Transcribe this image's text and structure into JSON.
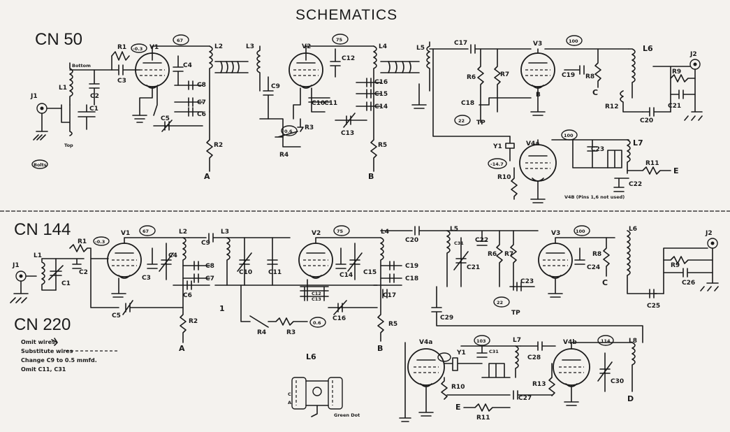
{
  "title": "SCHEMATICS",
  "sections": [
    {
      "name": "CN 50"
    },
    {
      "name": "CN 144"
    },
    {
      "name": "CN 220"
    }
  ],
  "cn220_notes": [
    "Omit wires",
    "Substitute wires",
    "Change C9 to 0.5 mmfd.",
    "Omit C11, C31"
  ],
  "l6_detail_label": "L6",
  "l6_detail_note": "Green Dot",
  "tube_labels": {
    "cn50": [
      "V1",
      "V2",
      "V3",
      "V4a"
    ],
    "cn144": [
      "V1",
      "V2",
      "V3",
      "V4a",
      "V4b"
    ]
  },
  "voltage_tags": {
    "cn50": [
      "-0.3",
      "67",
      "75",
      "100",
      "100",
      "0.6",
      "22",
      "-14.7"
    ],
    "cn144": [
      "-0.3",
      "67",
      "75",
      "100",
      "114",
      "103",
      "0.6",
      "22"
    ]
  },
  "cn50_labels": {
    "inductors": [
      "L1",
      "L2",
      "L3",
      "L4",
      "L5",
      "L6",
      "L7"
    ],
    "caps": [
      "C1",
      "C2",
      "C3",
      "C4",
      "C5",
      "C6",
      "C7",
      "C8",
      "C9",
      "C10",
      "C11",
      "C12",
      "C13",
      "C14",
      "C15",
      "C16",
      "C17",
      "C18",
      "C19",
      "C20",
      "C21",
      "C22",
      "C23"
    ],
    "resistors": [
      "R1",
      "R2",
      "R3",
      "R4",
      "R5",
      "R6",
      "R7",
      "R8",
      "R9",
      "R10",
      "R11",
      "R12"
    ],
    "jacks": [
      "J1",
      "J2"
    ],
    "crystal": "Y1",
    "points": [
      "A",
      "B",
      "C",
      "E",
      "TP"
    ],
    "misc": [
      "Bottom",
      "Top",
      "Bolts",
      "V4B (Pins 1,6 not used)"
    ]
  },
  "cn144_labels": {
    "inductors": [
      "L1",
      "L2",
      "L3",
      "L4",
      "L5",
      "L6",
      "L7",
      "L8"
    ],
    "caps": [
      "C1",
      "C2",
      "C3",
      "C4",
      "C5",
      "C6",
      "C7",
      "C8",
      "C9",
      "C10",
      "C11",
      "C12",
      "C13",
      "C14",
      "C15",
      "C16",
      "C17",
      "C18",
      "C19",
      "C20",
      "C21",
      "C22",
      "C23",
      "C24",
      "C25",
      "C26",
      "C27",
      "C28",
      "C29",
      "C30",
      "C31"
    ],
    "resistors": [
      "R1",
      "R2",
      "R3",
      "R4",
      "R5",
      "R6",
      "R7",
      "R8",
      "R9",
      "R10",
      "R11",
      "R13"
    ],
    "jacks": [
      "J1",
      "J2"
    ],
    "crystal": "Y1",
    "points": [
      "A",
      "B",
      "C",
      "D",
      "E",
      "TP"
    ]
  }
}
